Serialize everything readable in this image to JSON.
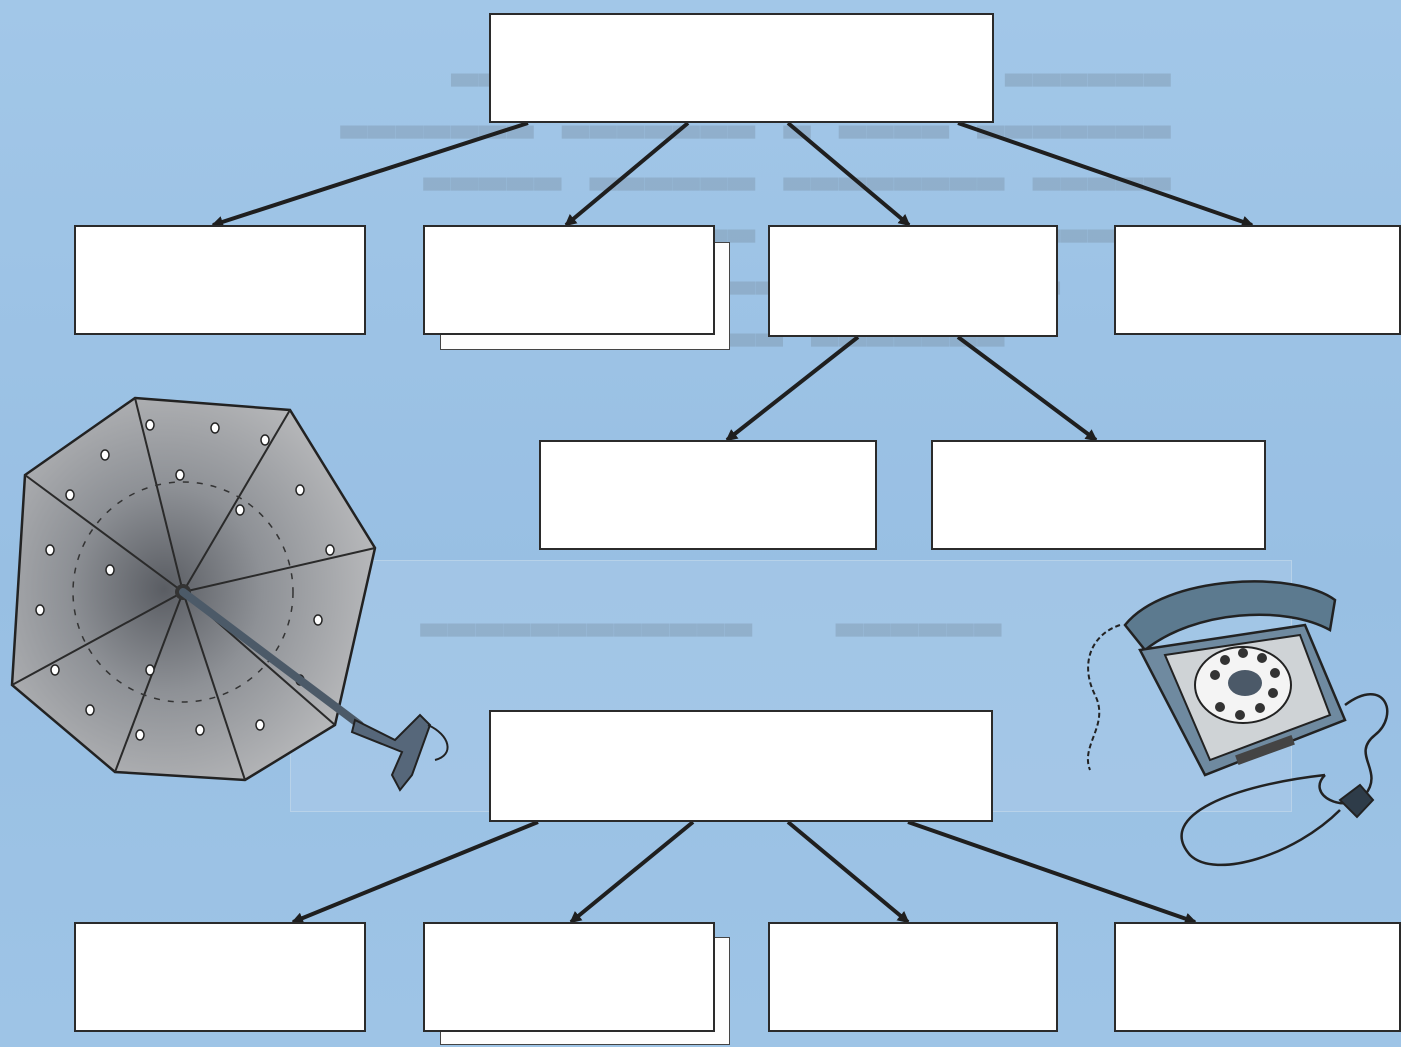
{
  "diagrams": [
    {
      "id": "top",
      "root": "",
      "children": [
        "",
        "",
        "",
        ""
      ],
      "subchildren": [
        "",
        ""
      ]
    },
    {
      "id": "bottom",
      "root": "",
      "children": [
        "",
        "",
        "",
        ""
      ]
    }
  ],
  "illustrations": [
    "umbrella-illustration",
    "rotary-telephone-illustration"
  ],
  "colors": {
    "background": "#9dc3e6",
    "box_fill": "#ffffff",
    "arrow": "#1f1f1f"
  }
}
